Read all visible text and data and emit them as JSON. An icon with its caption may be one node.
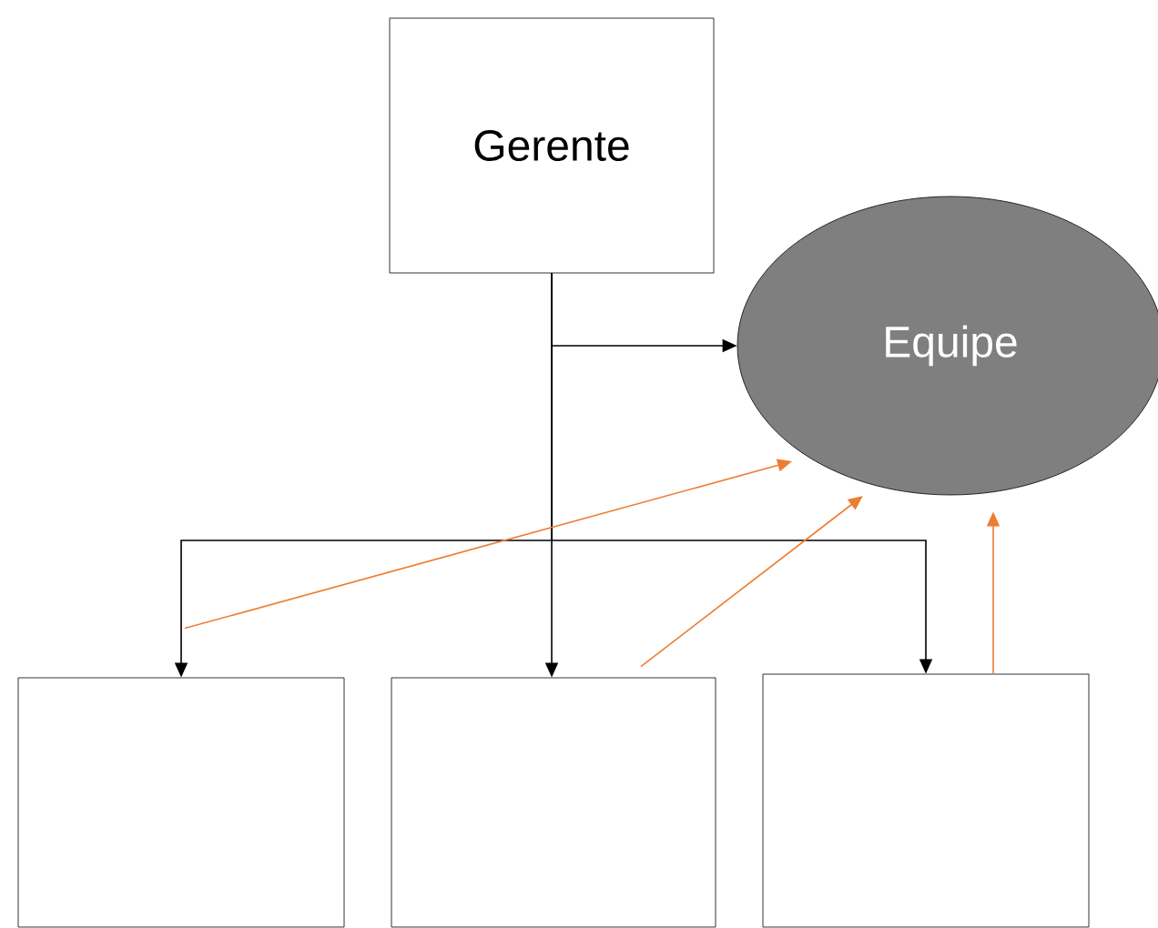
{
  "diagram": {
    "nodes": [
      {
        "text": [
          "Gerente"
        ]
      },
      {
        "text": [
          "Equipe"
        ]
      },
      {
        "text": [],
        "shape": "box"
      },
      {
        "text": [],
        "shape": "box"
      },
      {
        "text": [],
        "shape": "box"
      }
    ],
    "edges": [
      {
        "from": 0,
        "to": 1,
        "arrow": "to"
      },
      {
        "from": 0,
        "to": 2,
        "arrow": "to"
      },
      {
        "from": 0,
        "to": 3,
        "arrow": "to"
      },
      {
        "from": 0,
        "to": 4,
        "arrow": "to"
      },
      {
        "from": 2,
        "to": 1,
        "arrow": "to",
        "color": "#ed7d31"
      },
      {
        "from": 3,
        "to": 1,
        "arrow": "to",
        "color": "#ed7d31"
      },
      {
        "from": 4,
        "to": 1,
        "arrow": "to",
        "color": "#ed7d31"
      }
    ]
  }
}
